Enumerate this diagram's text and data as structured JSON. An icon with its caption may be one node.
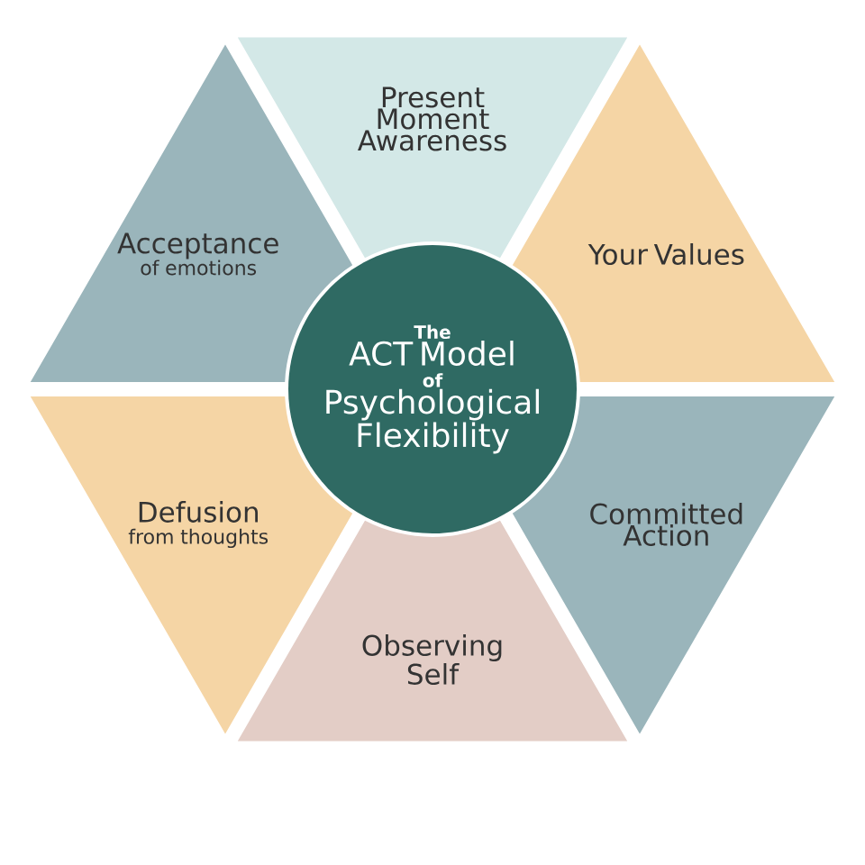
{
  "diagram": {
    "nodes": [
      {
        "text": [
          "The",
          "ACT Model",
          "of",
          "Psychological Flexibility"
        ]
      },
      {
        "text": [
          "Present Moment Awareness"
        ]
      },
      {
        "text": [
          "Your Values"
        ]
      },
      {
        "text": [
          "Committed Action"
        ]
      },
      {
        "text": [
          "Observing Self"
        ]
      },
      {
        "text": [
          "Defusion",
          "from thoughts"
        ]
      },
      {
        "text": [
          "Acceptance",
          "of emotions"
        ]
      }
    ]
  }
}
